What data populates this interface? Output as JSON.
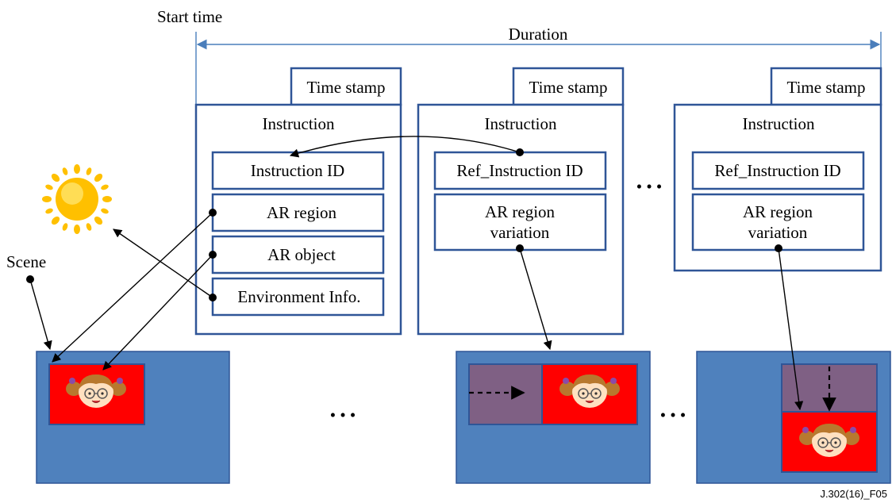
{
  "labels": {
    "start_time": "Start time",
    "duration": "Duration",
    "scene": "Scene",
    "time_stamp": "Time stamp",
    "instruction": "Instruction",
    "instruction_id": "Instruction ID",
    "ref_instruction_id": "Ref_Instruction ID",
    "ar_region": "AR region",
    "ar_object": "AR object",
    "environment_info": "Environment Info.",
    "ar_region_variation_1": "AR region",
    "ar_region_variation_2": "variation",
    "ellipsis": "• • •",
    "figure_id": "J.302(16)_F05"
  },
  "colors": {
    "box_border": "#2f5597",
    "scene_fill": "#4f81bd",
    "ar_fill": "#ff0000",
    "prev_region_fill": "#7f6084",
    "arrow": "#4a7ebb"
  },
  "icons": [
    "sun-icon",
    "girl-face-icon"
  ]
}
